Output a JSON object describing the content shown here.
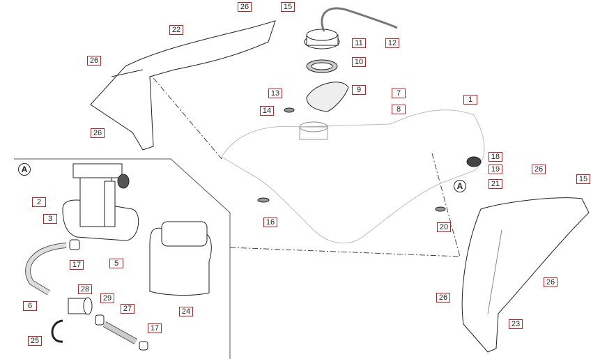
{
  "diagram": {
    "title_marker": "A",
    "inset_marker": "A",
    "callouts": [
      "26",
      "15",
      "22",
      "11",
      "12",
      "10",
      "9",
      "13",
      "7",
      "14",
      "8",
      "1",
      "26",
      "26",
      "18",
      "19",
      "26",
      "21",
      "15",
      "16",
      "20",
      "26",
      "26",
      "23",
      "2",
      "3",
      "17",
      "5",
      "6",
      "28",
      "29",
      "27",
      "24",
      "17",
      "25"
    ],
    "label_border_color": "#b22222"
  }
}
